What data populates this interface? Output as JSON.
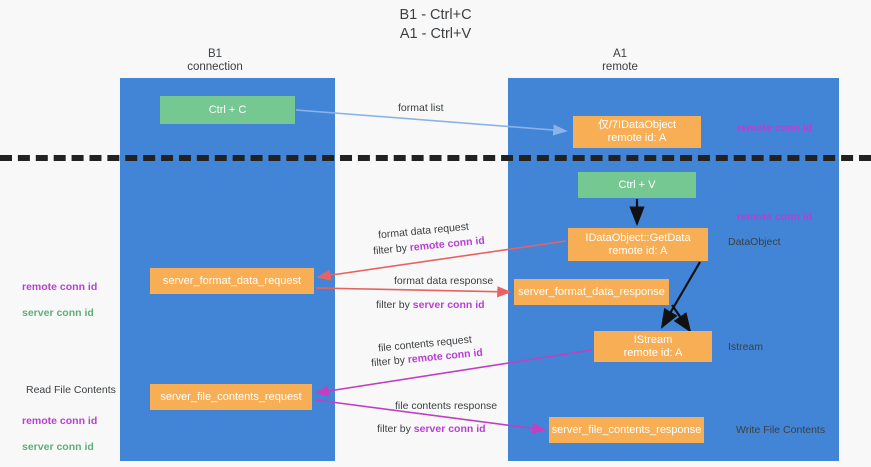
{
  "title": "B1 - Ctrl+C\nA1 - Ctrl+V",
  "columns": {
    "left": "B1\nconnection",
    "right": "A1\nremote"
  },
  "boxes": {
    "ctrl_c": "Ctrl + C",
    "data_object": "仅/7IDataObject\nremote id: A",
    "ctrl_v": "Ctrl + V",
    "get_data": "IDataObject::GetData\nremote id: A",
    "server_format_data_request": "server_format_data_request",
    "server_format_data_response": "server_format_data_response",
    "istream": "IStream\nremote id: A",
    "server_file_contents_request": "server_file_contents_request",
    "server_file_contents_response": "server_file_contents_response"
  },
  "annotations": {
    "remote_conn_id_1": "remote conn id",
    "remote_conn_id_2": "remote conn id",
    "data_object": "DataObject",
    "istream": "Istream",
    "write_file_contents": "Write File Contents",
    "left_remote_conn_id": "remote conn id",
    "left_server_conn_id": "server conn id",
    "read_file_contents": "Read File Contents",
    "left_remote_conn_id_2": "remote conn id",
    "left_server_conn_id_2": "server conn id"
  },
  "flows": {
    "format_list": "format list",
    "format_data_request": "format data request",
    "format_data_request_filter_prefix": "filter by ",
    "format_data_request_filter_key": "remote conn id",
    "format_data_response": "format data response",
    "format_data_response_filter_prefix": "filter by ",
    "format_data_response_filter_key": "server conn id",
    "file_contents_request": "file contents request",
    "file_contents_request_filter_prefix": "filter by ",
    "file_contents_request_filter_key": "remote conn id",
    "file_contents_response": "file contents response",
    "file_contents_response_filter_prefix": "filter by ",
    "file_contents_response_filter_key": "server conn id"
  },
  "colors": {
    "lane": "#4285d6",
    "green_box": "#76c893",
    "orange_box": "#f8ae54",
    "purple_text": "#b83fd4",
    "green_text": "#5fae7a",
    "arrow_blue": "#8ab4e8",
    "arrow_red": "#e8635f",
    "arrow_magenta": "#c040c0",
    "arrow_black": "#111111",
    "background": "#f8f8f8"
  }
}
